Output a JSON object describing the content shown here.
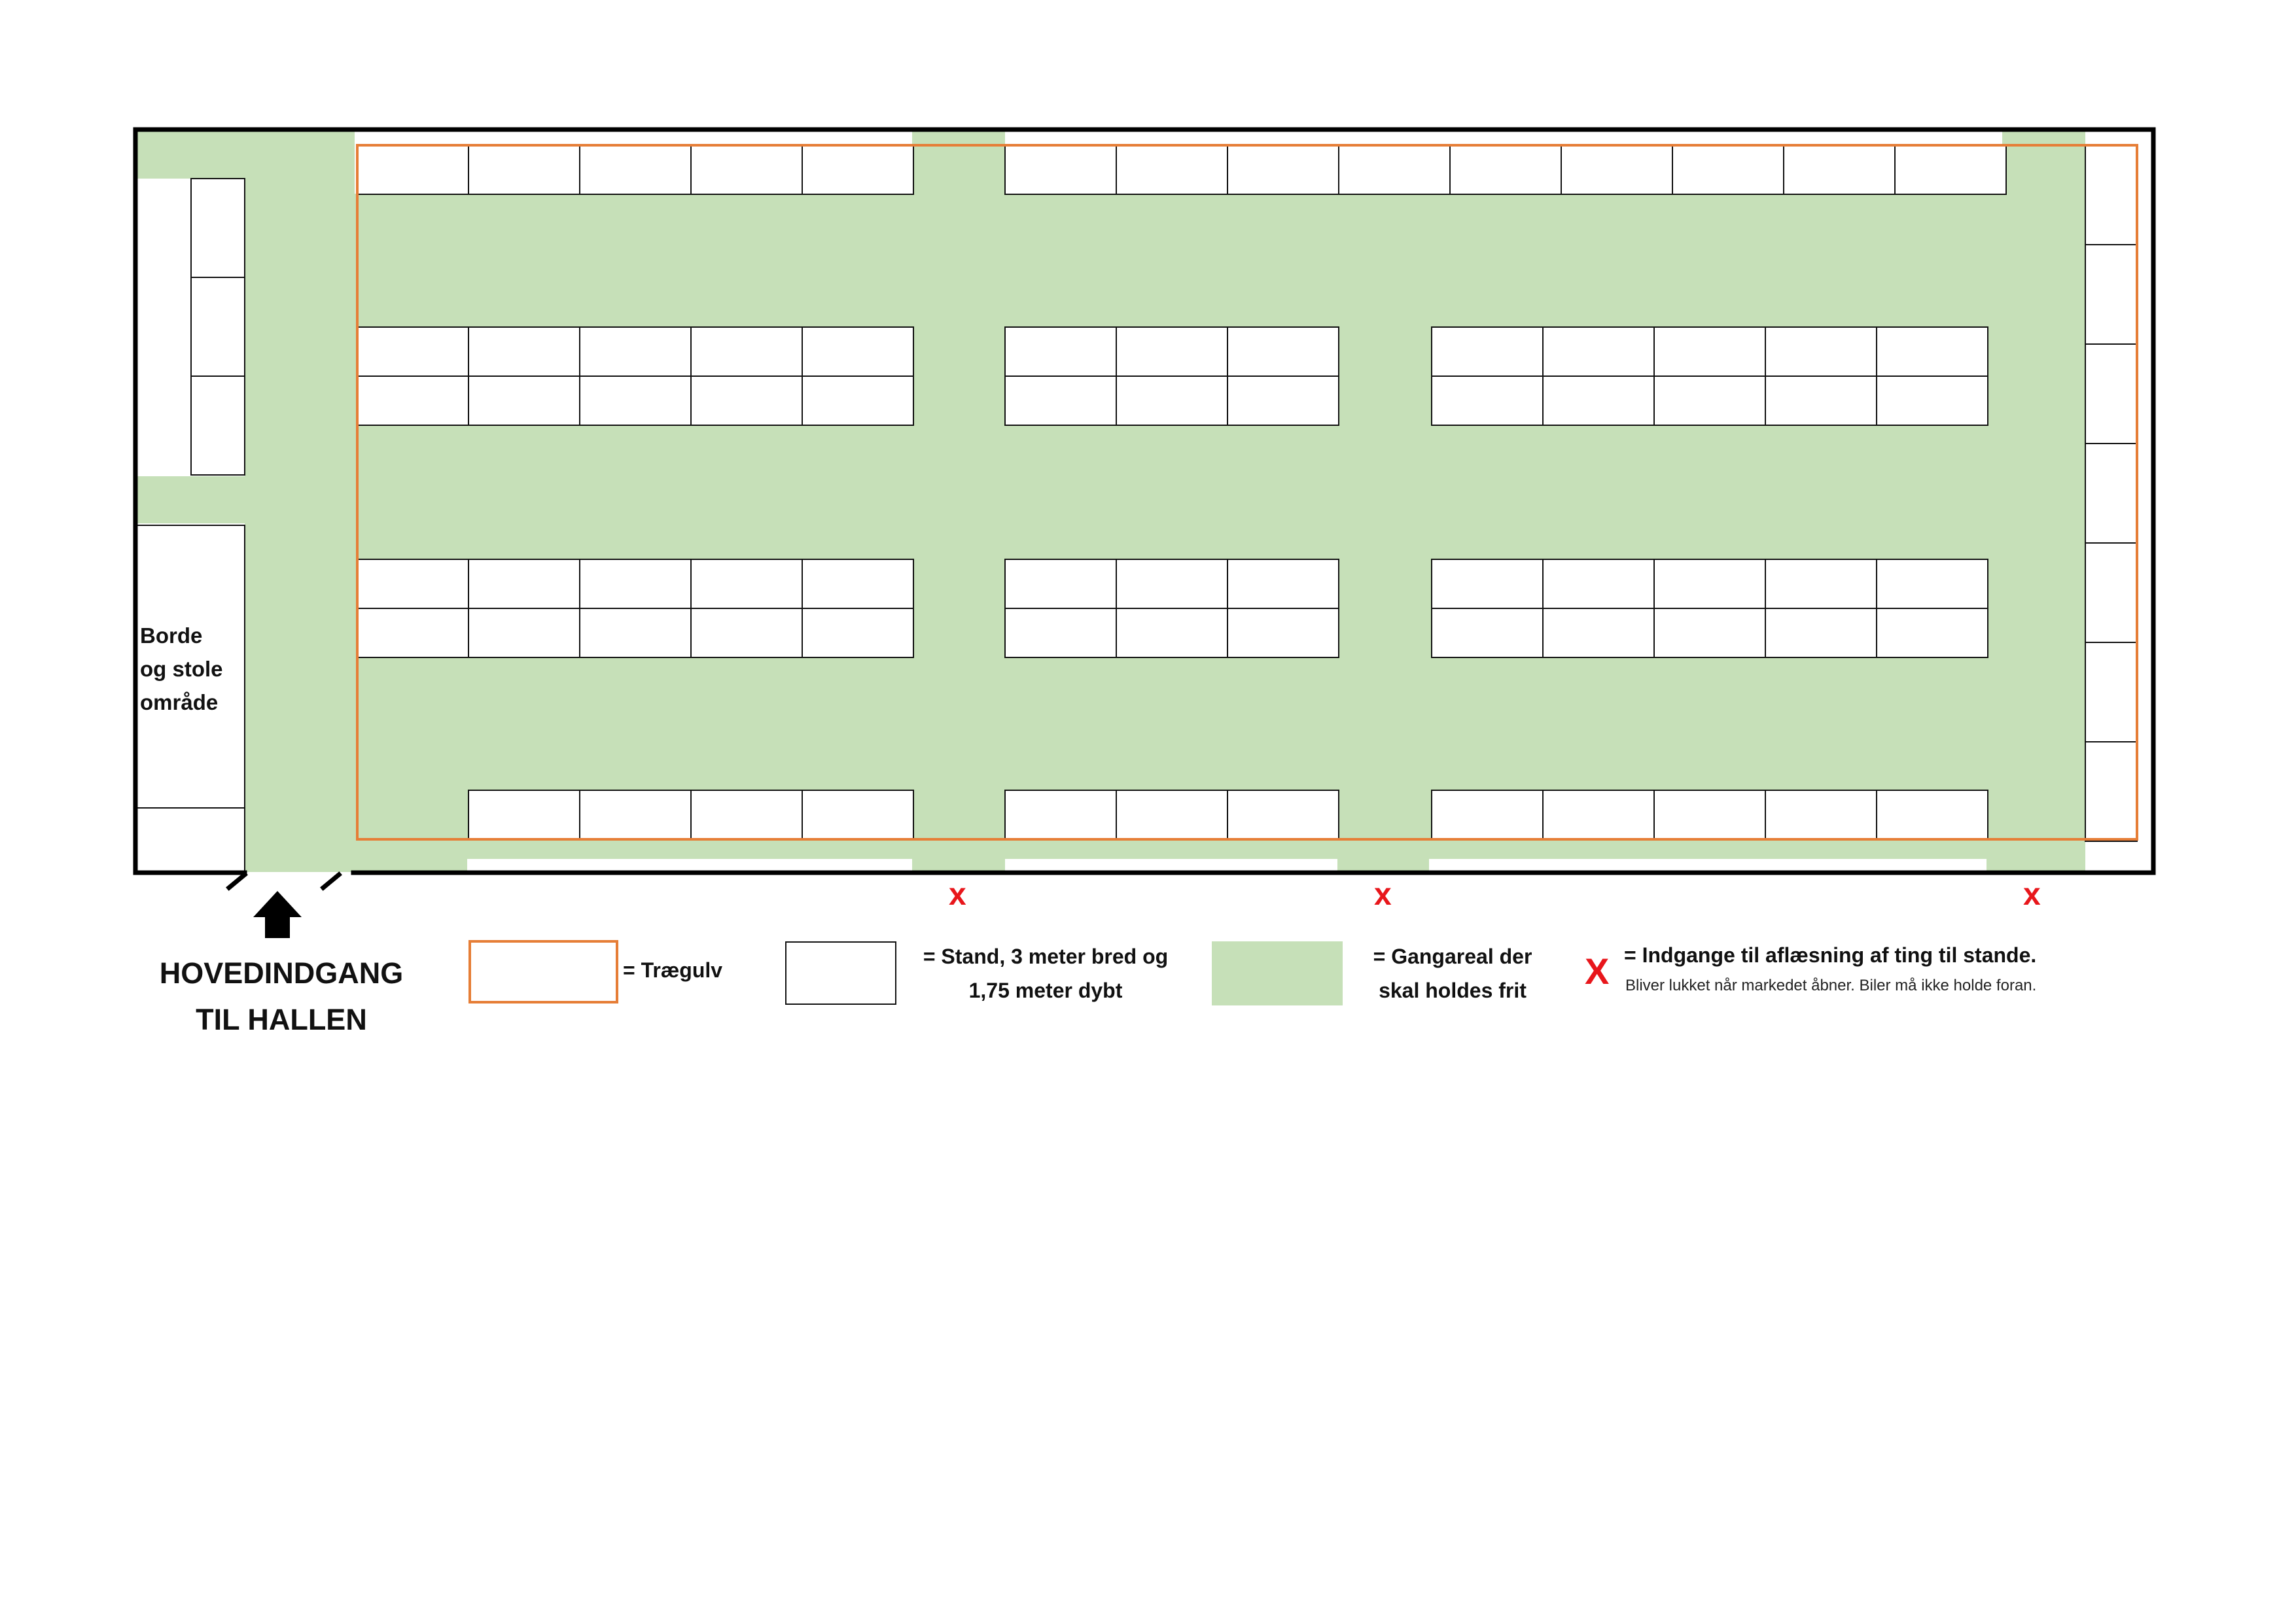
{
  "colors": {
    "walkway": "#c6e0b8",
    "wood_floor": "#e67e37",
    "stand_border": "#111111",
    "entrance_marker": "#e8161b",
    "wall": "#000000"
  },
  "plan": {
    "seating_area_label": [
      "Borde",
      "og stole",
      "område"
    ],
    "unloading_entrance_marker": "x",
    "main_entrance_icon": "up-arrow-icon"
  },
  "main_entrance": {
    "line1": "HOVEDINDGANG",
    "line2": "TIL HALLEN"
  },
  "legend": {
    "wood_floor": {
      "text": "= Trægulv"
    },
    "stand": {
      "line1": "= Stand, 3 meter bred og",
      "line2": "1,75 meter dybt"
    },
    "walkway": {
      "line1": "= Gangareal der",
      "line2": "skal holdes frit"
    },
    "unloading": {
      "marker": "X",
      "text": "= Indgange til aflæsning af ting til stande.",
      "note": "Bliver lukket når markedet åbner. Biler må ikke holde foran."
    }
  }
}
